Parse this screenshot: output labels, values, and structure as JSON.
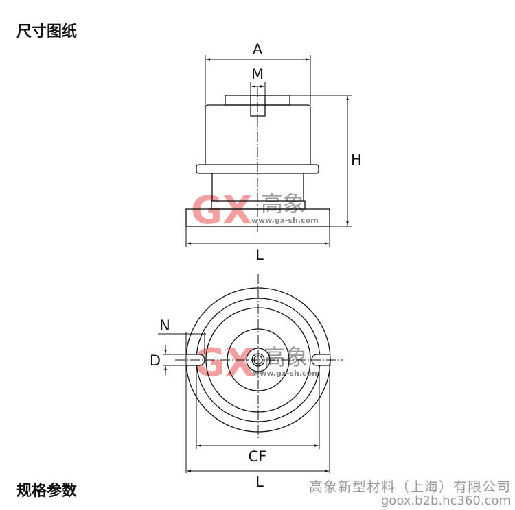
{
  "sections": {
    "drawing_title": "尺寸图纸",
    "spec_title": "规格参数"
  },
  "side_view": {
    "labels": {
      "A": "A",
      "M": "M",
      "H": "H",
      "L": "L"
    }
  },
  "top_view": {
    "labels": {
      "N": "N",
      "D": "D",
      "CF": "CF",
      "L": "L"
    }
  },
  "watermark": {
    "logo": "GX",
    "brand": "高象",
    "url": "www.gx-sh.com"
  },
  "footer": {
    "company": "高象新型材料（上海）有限公司",
    "site": "goox.b2b.hc360.com"
  },
  "colors": {
    "line": "#111111",
    "logo": "#f08080",
    "watermark_gray": "#8a8a8a"
  }
}
